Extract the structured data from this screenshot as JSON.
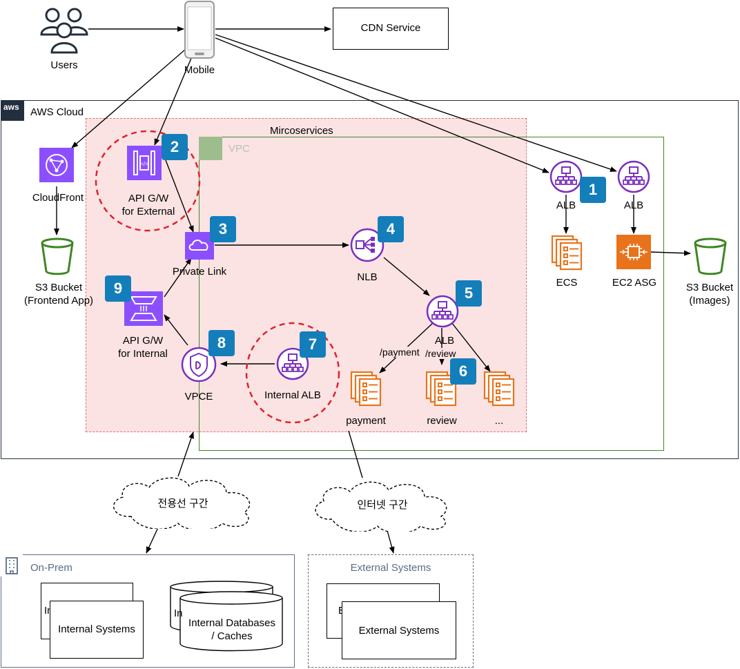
{
  "nodes": {
    "users": "Users",
    "mobile": "Mobile",
    "cdn": "CDN Service",
    "aws_cloud": "AWS Cloud",
    "aws_logo": "aws",
    "microservices": "Mircoservices",
    "vpc": "VPC",
    "cloudfront": "CloudFront",
    "s3_frontend_line1": "S3 Bucket",
    "s3_frontend_line2": "(Frontend App)",
    "apigw_ext_line1": "API G/W",
    "apigw_ext_line2": "for External",
    "private_link": "Private Link",
    "nlb": "NLB",
    "alb_right1": "ALB",
    "alb_right2": "ALB",
    "ecs": "ECS",
    "ec2_asg": "EC2 ASG",
    "s3_images_line1": "S3 Bucket",
    "s3_images_line2": "(Images)",
    "apigw_int_line1": "API G/W",
    "apigw_int_line2": "for Internal",
    "alb_center": "ALB",
    "path_payment": "/payment",
    "path_review": "/review",
    "payment": "payment",
    "review": "review",
    "more": "...",
    "vpce": "VPCE",
    "internal_alb": "Internal ALB",
    "dedicated_line": "전용선 구간",
    "internet_line": "인터넷 구간",
    "onprem": "On-Prem",
    "internal_systems_back": "In",
    "internal_systems": "Internal Systems",
    "internal_db_back": "In",
    "internal_db_line1": "Internal Databases",
    "internal_db_line2": "/ Caches",
    "external_systems_title": "External Systems",
    "external_systems_back": "E",
    "external_systems": "External Systems"
  },
  "badges": {
    "b1": "1",
    "b2": "2",
    "b3": "3",
    "b4": "4",
    "b5": "5",
    "b6": "6",
    "b7": "7",
    "b8": "8",
    "b9": "9"
  },
  "colors": {
    "badge": "#147EBA",
    "microservices_fill": "#FBE3E3",
    "microservices_border": "#E07070",
    "vpc_border": "#3F8624",
    "purple": "#7B2FBE",
    "orange": "#E8731A",
    "green_s3": "#3F8624",
    "highlight_circle": "#E0202A",
    "onprem_border": "#5A6B86"
  },
  "icons": [
    "users-icon",
    "mobile-icon",
    "cloudfront-icon",
    "s3-icon",
    "api-gateway-icon",
    "private-link-icon",
    "nlb-icon",
    "alb-icon",
    "ecs-icon",
    "ec2-asg-icon",
    "vpce-icon",
    "building-icon",
    "cloud-icon"
  ]
}
